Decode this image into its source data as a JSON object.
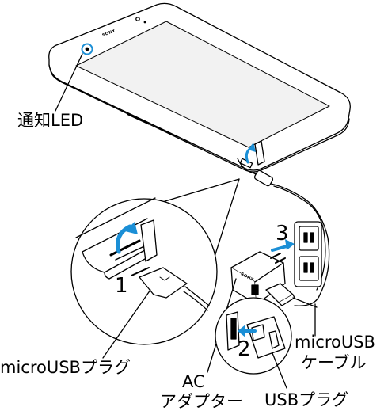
{
  "brand": "SONY",
  "labels": {
    "notification_led": "通知LED",
    "microusb_plug": "microUSBプラグ",
    "ac_adapter_line1": "AC",
    "ac_adapter_line2": "アダプター",
    "usb_plug": "USBプラグ",
    "microusb_cable_line1": "microUSB",
    "microusb_cable_line2": "ケーブル"
  },
  "steps": {
    "one": "1",
    "two": "2",
    "three": "3"
  }
}
